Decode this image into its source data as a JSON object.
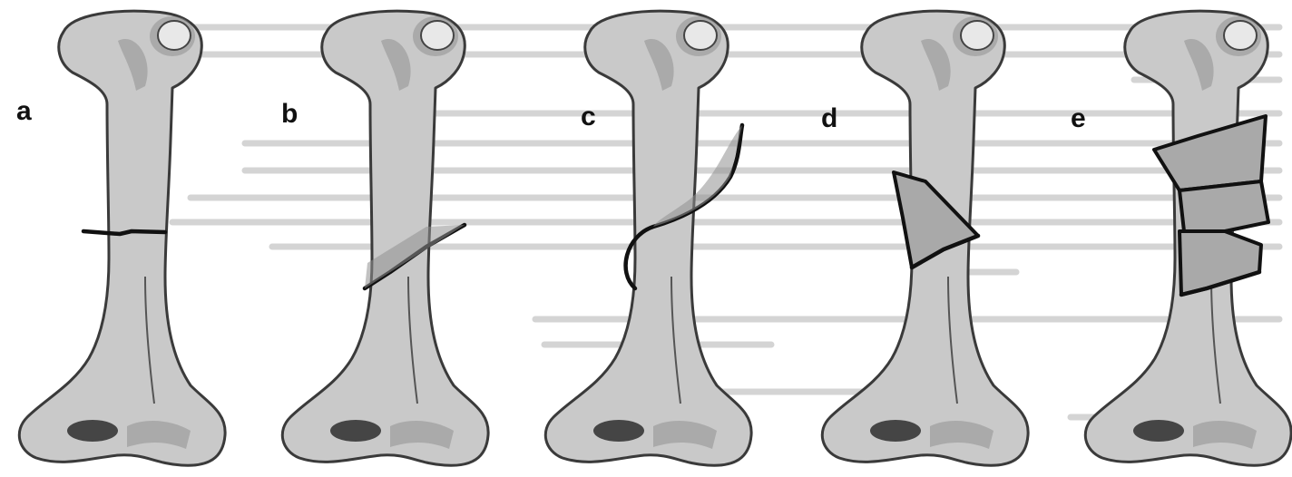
{
  "panels": [
    {
      "label": "a",
      "pattern": "transverse"
    },
    {
      "label": "b",
      "pattern": "oblique"
    },
    {
      "label": "c",
      "pattern": "spiral"
    },
    {
      "label": "d",
      "pattern": "butterfly-fragment"
    },
    {
      "label": "e",
      "pattern": "comminuted"
    }
  ],
  "colors": {
    "ink": "#111111",
    "bone": "#c9c9c9",
    "shade": "#8f8f8f",
    "bleed": "#d4d4d4"
  }
}
